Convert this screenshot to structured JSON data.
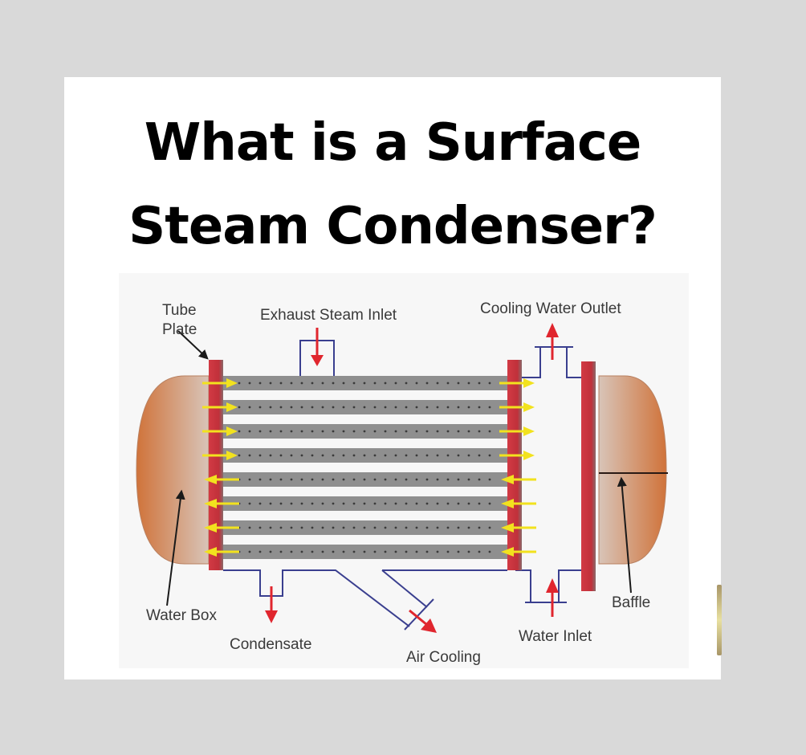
{
  "title": {
    "line1": "What is a Surface",
    "line2": "Steam Condenser?"
  },
  "diagram": {
    "labels": {
      "tube_plate_1": "Tube",
      "tube_plate_2": "Plate",
      "exhaust_steam_inlet": "Exhaust Steam Inlet",
      "cooling_water_outlet": "Cooling Water Outlet",
      "water_box": "Water Box",
      "condensate": "Condensate",
      "air_cooling": "Air Cooling",
      "water_inlet": "Water Inlet",
      "baffle": "Baffle"
    },
    "tube_count": 8,
    "colors": {
      "tube_plate": "#c8323c",
      "tube": "#8c8c8c",
      "water_box": "#d9804a",
      "pipe": "#3a3f8f",
      "flow_arrow": "#e0262e",
      "water_arrow": "#f2e21e"
    }
  }
}
